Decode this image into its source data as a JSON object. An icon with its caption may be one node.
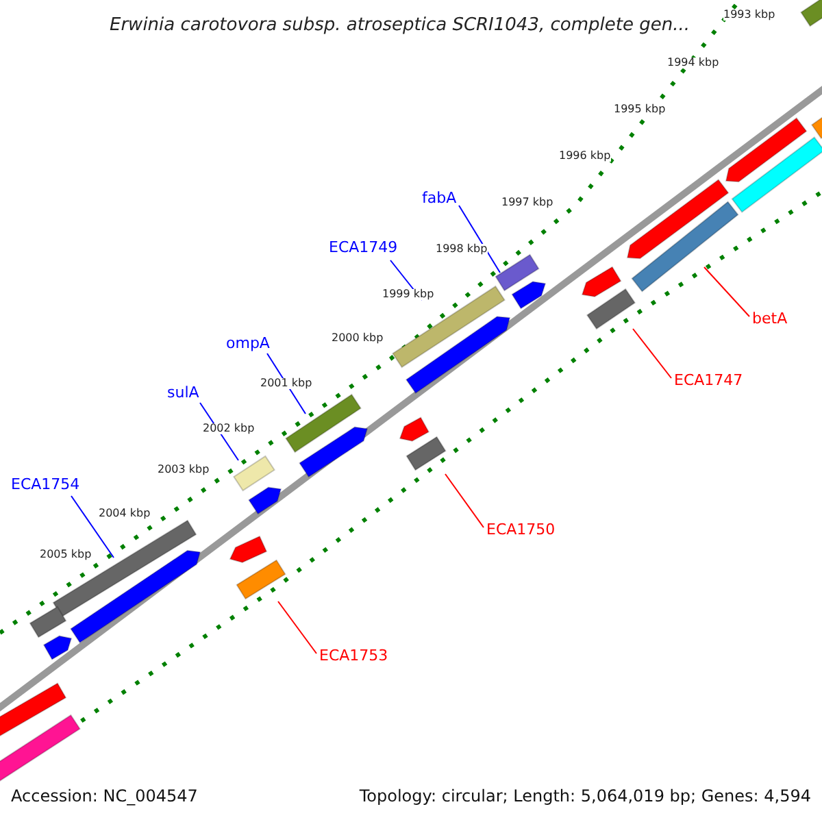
{
  "diagram": {
    "title": "Erwinia carotovora subsp. atroseptica SCRI1043, complete gen...",
    "nodes": [
      {
        "text": [
          "fabA"
        ]
      },
      {
        "text": [],
        "shape": "bar"
      },
      {
        "text": [
          "ECA1749"
        ]
      },
      {
        "text": [],
        "shape": "bar"
      },
      {
        "text": [
          "ompA"
        ]
      },
      {
        "text": [],
        "shape": "bar"
      },
      {
        "text": [
          "sulA"
        ]
      },
      {
        "text": [],
        "shape": "bar"
      },
      {
        "text": [
          "ECA1754"
        ]
      },
      {
        "text": [],
        "shape": "bar"
      },
      {
        "text": [
          "betA"
        ]
      },
      {
        "text": [],
        "shape": "bar"
      },
      {
        "text": [
          "ECA1747"
        ]
      },
      {
        "text": [],
        "shape": "bar"
      },
      {
        "text": [
          "ECA1750"
        ]
      },
      {
        "text": [],
        "shape": "bar"
      },
      {
        "text": [
          "ECA1753"
        ]
      },
      {
        "text": [],
        "shape": "bar"
      },
      {
        "text": [],
        "shape": "bar"
      },
      {
        "text": [],
        "shape": "bar"
      },
      {
        "text": [],
        "shape": "bar"
      },
      {
        "text": [],
        "shape": "bar"
      },
      {
        "text": [],
        "shape": "bar"
      },
      {
        "text": [],
        "shape": "bar"
      },
      {
        "text": [],
        "shape": "bar"
      },
      {
        "text": [],
        "shape": "bar"
      },
      {
        "text": [],
        "shape": "bar"
      },
      {
        "text": [],
        "shape": "bar"
      },
      {
        "text": [],
        "shape": "bar"
      },
      {
        "text": [],
        "shape": "bar"
      },
      {
        "text": [],
        "shape": "bar"
      },
      {
        "text": [],
        "shape": "bar"
      },
      {
        "text": [],
        "shape": "bar"
      },
      {
        "text": [],
        "shape": "bar"
      },
      {
        "text": [],
        "shape": "bar"
      }
    ],
    "edges": [
      {
        "from": 0,
        "to": 1,
        "arrow": "none"
      },
      {
        "from": 2,
        "to": 3,
        "arrow": "none"
      },
      {
        "from": 4,
        "to": 5,
        "arrow": "none"
      },
      {
        "from": 6,
        "to": 7,
        "arrow": "none"
      },
      {
        "from": 8,
        "to": 9,
        "arrow": "none"
      },
      {
        "from": 10,
        "to": 11,
        "arrow": "none",
        "color": "#ff0000"
      },
      {
        "from": 12,
        "to": 13,
        "arrow": "none",
        "color": "#ff0000"
      },
      {
        "from": 14,
        "to": 15,
        "arrow": "none",
        "color": "#ff0000"
      },
      {
        "from": 16,
        "to": 17,
        "arrow": "none",
        "color": "#ff0000"
      }
    ],
    "labels": [
      "1993 kbp",
      "1994 kbp",
      "1995 kbp",
      "1996 kbp",
      "1997 kbp",
      "1998 kbp",
      "1999 kbp",
      "2000 kbp",
      "2001 kbp",
      "2002 kbp",
      "2003 kbp",
      "2004 kbp",
      "2005 kbp",
      "Accession: NC_004547",
      "Topology: circular; Length: 5,064,019 bp; Genes: 4,594"
    ]
  }
}
